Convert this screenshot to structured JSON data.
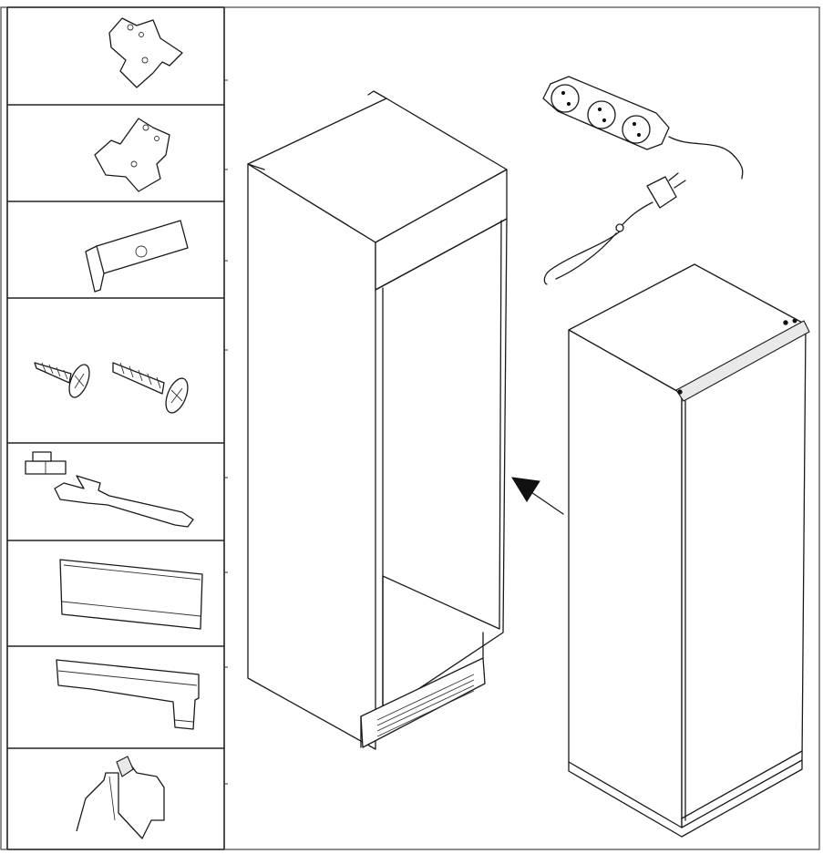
{
  "figure": {
    "parts_panel": {
      "cells": [
        {
          "part": "mounting-plate-a"
        },
        {
          "part": "mounting-plate-b"
        },
        {
          "part": "spacer-bracket"
        },
        {
          "part": "screws"
        },
        {
          "part": "spanner-and-nut"
        },
        {
          "part": "trim-strip"
        },
        {
          "part": "angled-trim"
        },
        {
          "part": "seal-profile"
        }
      ]
    },
    "scene": {
      "cabinet": "tall-housing-cabinet",
      "appliance": "built-in-fridge",
      "accessories": [
        "power-strip",
        "plug-cable"
      ],
      "insert_direction": "arrow-toward-cabinet-opening"
    },
    "line_color": "#1a1a1a",
    "background": "#ffffff"
  }
}
